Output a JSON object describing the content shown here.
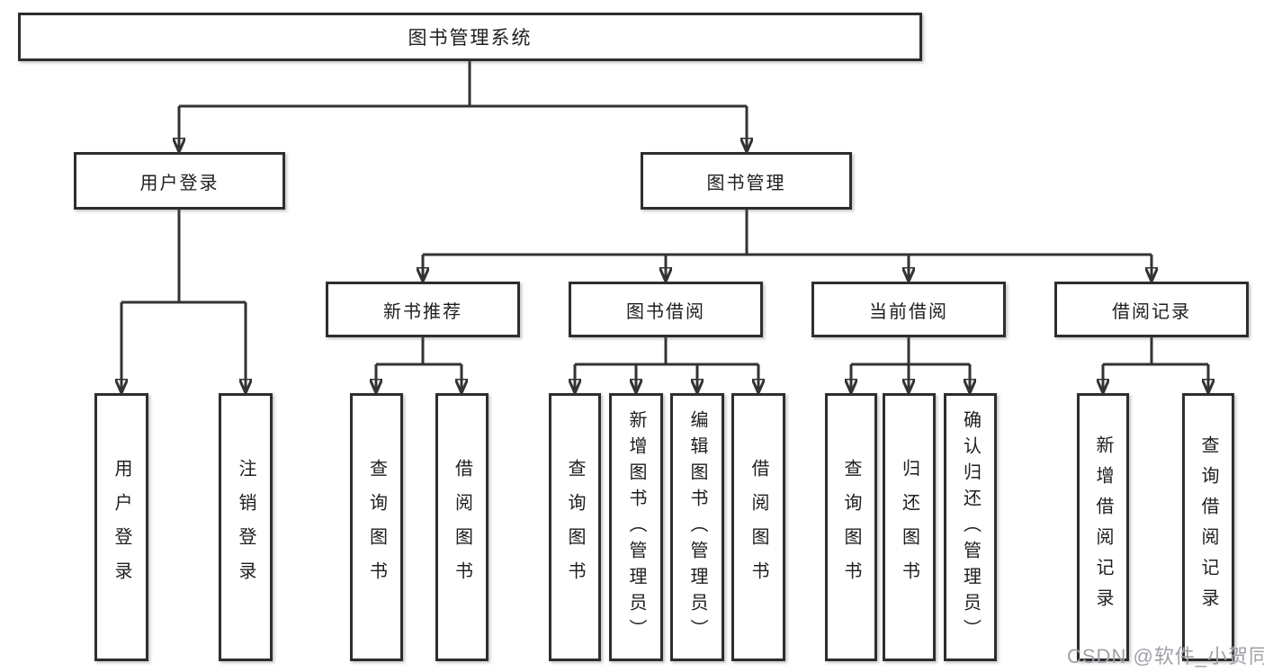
{
  "diagram": {
    "tree": {
      "label": "图书管理系统",
      "children": [
        {
          "label": "用户登录",
          "children": [
            {
              "label": "用户登录"
            },
            {
              "label": "注销登录"
            }
          ]
        },
        {
          "label": "图书管理",
          "children": [
            {
              "label": "新书推荐",
              "children": [
                {
                  "label": "查询图书"
                },
                {
                  "label": "借阅图书"
                }
              ]
            },
            {
              "label": "图书借阅",
              "children": [
                {
                  "label": "查询图书"
                },
                {
                  "label": "新增图书（管理员）"
                },
                {
                  "label": "编辑图书（管理员）"
                },
                {
                  "label": "借阅图书"
                }
              ]
            },
            {
              "label": "当前借阅",
              "children": [
                {
                  "label": "查询图书"
                },
                {
                  "label": "归还图书"
                },
                {
                  "label": "确认归还（管理员）"
                }
              ]
            },
            {
              "label": "借阅记录",
              "children": [
                {
                  "label": "新增借阅记录"
                },
                {
                  "label": "查询借阅记录"
                }
              ]
            }
          ]
        }
      ]
    }
  },
  "watermark": {
    "text": "CSDN @软件_小贺同学"
  },
  "colors": {
    "line": "#333333",
    "box_border": "#2e2e2e",
    "text": "#1e1e1e",
    "background": "#ffffff",
    "watermark": "#9fa0a6"
  }
}
